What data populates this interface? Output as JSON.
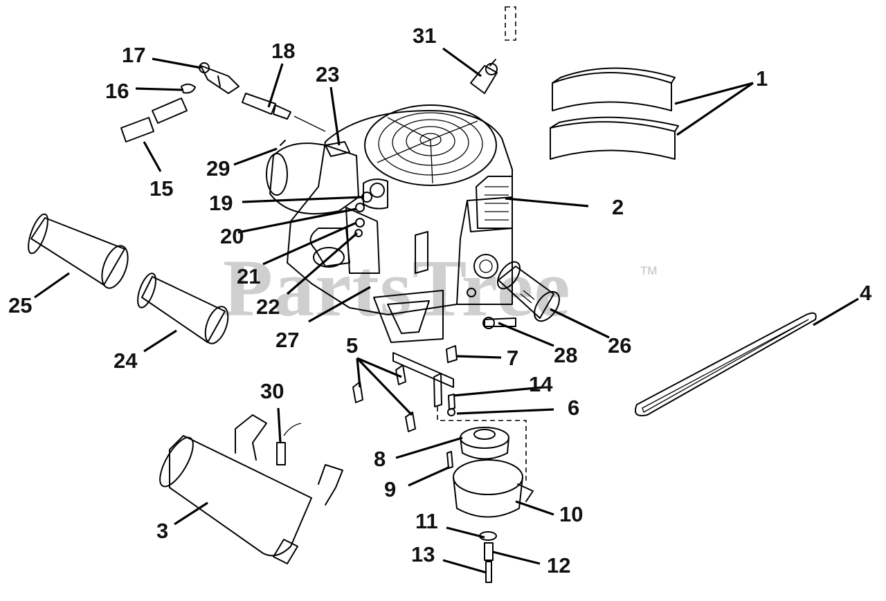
{
  "watermark": {
    "text": "PartsTree",
    "trademark": "TM"
  },
  "callouts": [
    {
      "num": "1"
    },
    {
      "num": "2"
    },
    {
      "num": "3"
    },
    {
      "num": "4"
    },
    {
      "num": "5"
    },
    {
      "num": "6"
    },
    {
      "num": "7"
    },
    {
      "num": "8"
    },
    {
      "num": "9"
    },
    {
      "num": "10"
    },
    {
      "num": "11"
    },
    {
      "num": "12"
    },
    {
      "num": "13"
    },
    {
      "num": "14"
    },
    {
      "num": "15"
    },
    {
      "num": "16"
    },
    {
      "num": "17"
    },
    {
      "num": "18"
    },
    {
      "num": "19"
    },
    {
      "num": "20"
    },
    {
      "num": "21"
    },
    {
      "num": "22"
    },
    {
      "num": "23"
    },
    {
      "num": "24"
    },
    {
      "num": "25"
    },
    {
      "num": "26"
    },
    {
      "num": "27"
    },
    {
      "num": "28"
    },
    {
      "num": "29"
    },
    {
      "num": "30"
    },
    {
      "num": "31"
    }
  ]
}
